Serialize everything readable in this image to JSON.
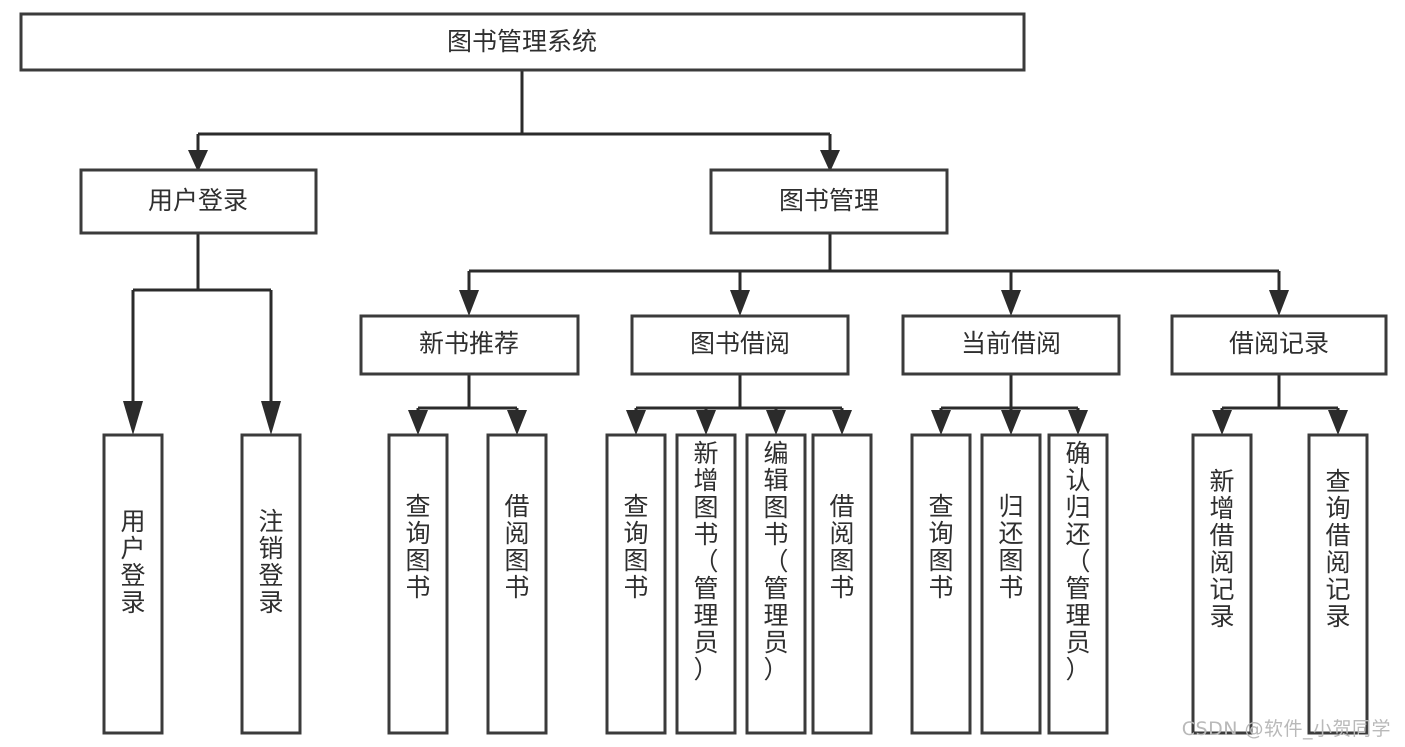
{
  "diagram": {
    "type": "tree-hierarchy-chart",
    "title": "图书管理系统",
    "watermark": "CSDN @软件_小贺同学",
    "colors": {
      "box_stroke": "#3b3b3b",
      "line": "#2b2b2b",
      "text": "#2f2f2f",
      "background": "#ffffff",
      "watermark": "#b9b9b9"
    },
    "levels": {
      "root": {
        "label": "图书管理系统"
      },
      "level2": [
        {
          "label": "用户登录"
        },
        {
          "label": "图书管理"
        }
      ],
      "level3": [
        {
          "label": "新书推荐"
        },
        {
          "label": "图书借阅"
        },
        {
          "label": "当前借阅"
        },
        {
          "label": "借阅记录"
        }
      ]
    },
    "leaves": {
      "user_login": [
        {
          "label": "用户登录"
        },
        {
          "label": "注销登录"
        }
      ],
      "new_book_recommend": [
        {
          "label": "查询图书"
        },
        {
          "label": "借阅图书"
        }
      ],
      "book_borrow": [
        {
          "label": "查询图书"
        },
        {
          "label": "新增图书（管理员）"
        },
        {
          "label": "编辑图书（管理员）"
        },
        {
          "label": "借阅图书"
        }
      ],
      "current_borrow": [
        {
          "label": "查询图书"
        },
        {
          "label": "归还图书"
        },
        {
          "label": "确认归还（管理员）"
        }
      ],
      "borrow_record": [
        {
          "label": "新增借阅记录"
        },
        {
          "label": "查询借阅记录"
        }
      ]
    }
  }
}
